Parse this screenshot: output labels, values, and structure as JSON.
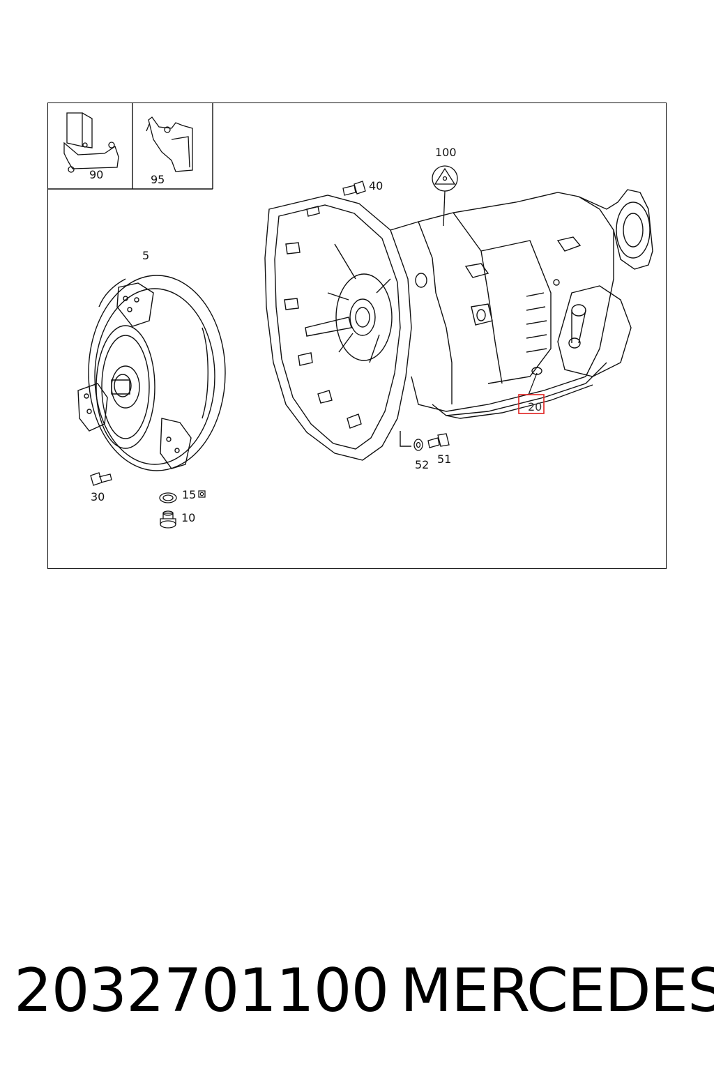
{
  "diagram": {
    "callouts": {
      "c90": "90",
      "c95": "95",
      "c100": "100",
      "c40": "40",
      "c5": "5",
      "c30": "30",
      "c15": "15",
      "c10": "10",
      "c52": "52",
      "c51": "51",
      "c20": "20"
    },
    "highlight_color": "#e0201e"
  },
  "footer": {
    "part_number": "2032701100",
    "brand": "MERCEDES"
  }
}
